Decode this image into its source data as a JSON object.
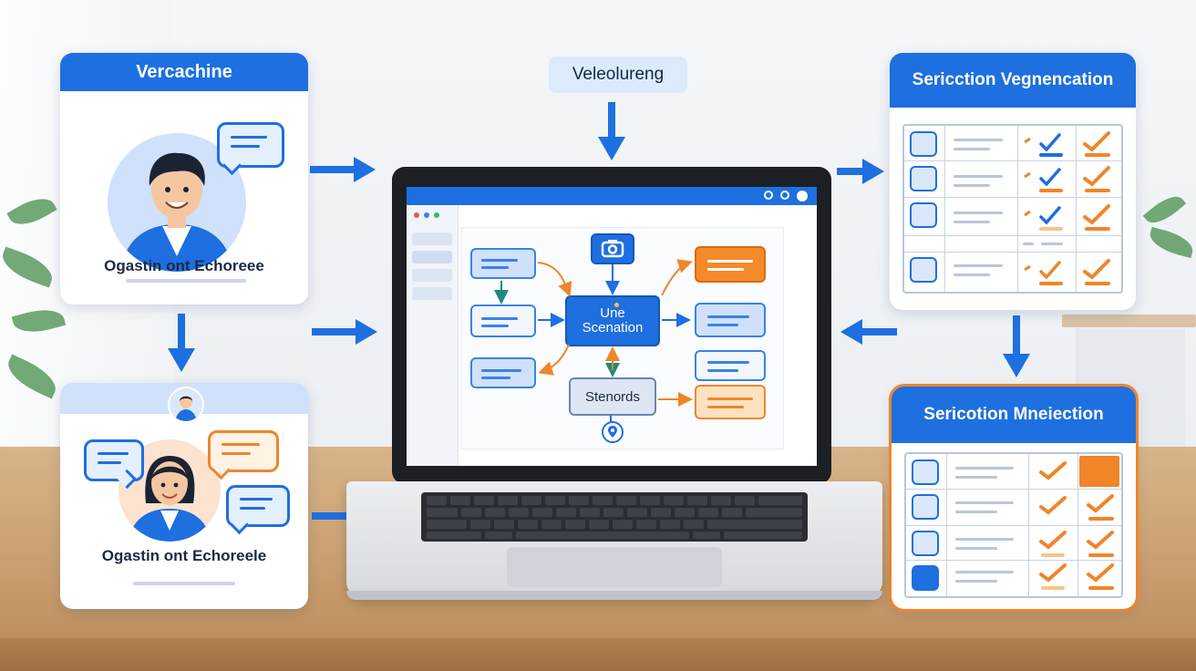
{
  "labels": {
    "top_tag": "Veleolureng",
    "card_top_left_title": "Vercachine",
    "card_top_left_caption": "Ogastin ont Echoreee",
    "card_bottom_left_caption": "Ogastin ont Echoreele",
    "card_top_right_title": "Sericction Vegnencation",
    "card_bottom_right_title": "Sericotion Mneiection",
    "center_node": "Une Scenation",
    "lower_node": "Stenords"
  },
  "colors": {
    "primary_blue": "#1e6fe0",
    "accent_orange": "#f0852a",
    "dark_text": "#1b2a45"
  },
  "icons": {
    "camera": "camera-icon",
    "pin": "location-pin-icon",
    "check": "check-icon",
    "avatar": "avatar-icon"
  }
}
